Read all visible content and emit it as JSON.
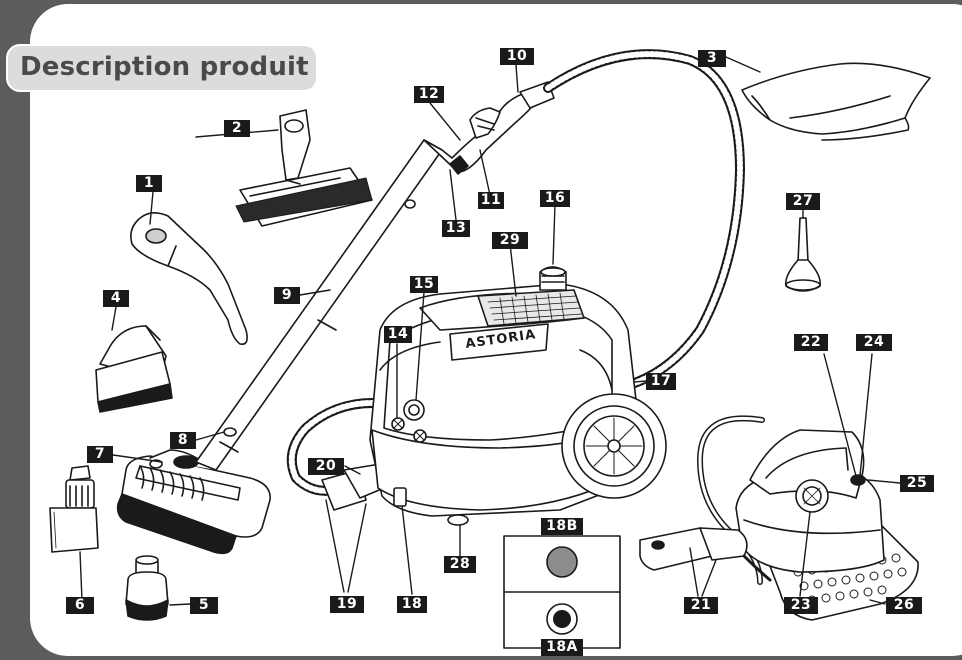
{
  "title": "Description produit",
  "brand_logo": "ASTORIA",
  "callouts": {
    "c1": "1",
    "c2": "2",
    "c3": "3",
    "c4": "4",
    "c5": "5",
    "c6": "6",
    "c7": "7",
    "c8": "8",
    "c9": "9",
    "c10": "10",
    "c11": "11",
    "c12": "12",
    "c13": "13",
    "c14": "14",
    "c15": "15",
    "c16": "16",
    "c17": "17",
    "c18": "18",
    "c18a": "18A",
    "c18b": "18B",
    "c19": "19",
    "c20": "20",
    "c21": "21",
    "c22": "22",
    "c23": "23",
    "c24": "24",
    "c25": "25",
    "c26": "26",
    "c27": "27",
    "c28": "28",
    "c29": "29"
  },
  "colors": {
    "frame": "#5b5c5e",
    "label_bg": "#1a1a1a",
    "indicator_grey": "#8c8c8c",
    "indicator_dark": "#1a1a1a"
  }
}
